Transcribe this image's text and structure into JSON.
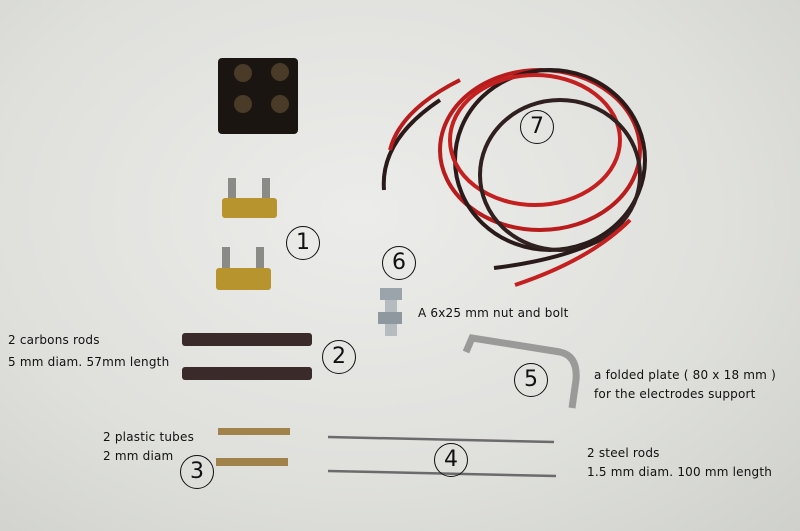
{
  "numbers": [
    "1",
    "2",
    "3",
    "4",
    "5",
    "6",
    "7"
  ],
  "labels": {
    "carbon_rods_1": "2 carbons rods",
    "carbon_rods_2": "5 mm diam. 57mm length",
    "plastic_tubes_1": "2 plastic tubes",
    "plastic_tubes_2": "2 mm diam",
    "steel_rods_1": "2 steel rods",
    "steel_rods_2": "1.5 mm diam. 100 mm length",
    "nut_bolt": "A 6x25 mm nut and bolt",
    "plate_1": "a folded plate ( 80 x 18 mm )",
    "plate_2": "for the electrodes support"
  }
}
